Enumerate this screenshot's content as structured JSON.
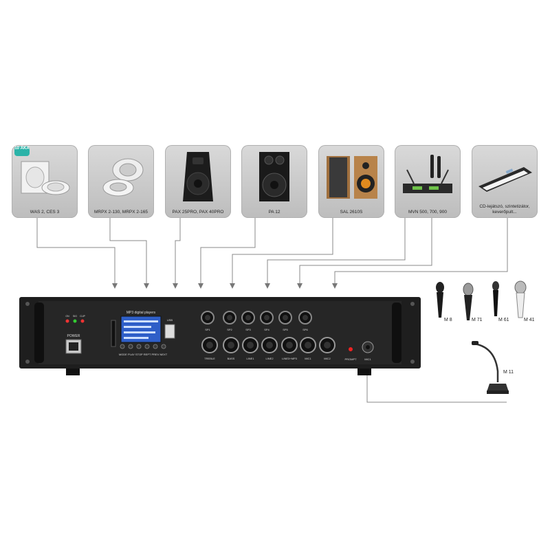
{
  "devices": [
    {
      "label": "WAS 2, CES 3",
      "badge": "10 ÁKA"
    },
    {
      "label": "MRPX 2-130, MRPX 2-165"
    },
    {
      "label": "PAX 25PRO, PAX 40PRO"
    },
    {
      "label": "PA 12"
    },
    {
      "label": "SAL 2610S"
    },
    {
      "label": "MVN 500, 700, 900"
    },
    {
      "label": "CD-lejátszó, szintetizátor, keverőpult..."
    }
  ],
  "amplifier": {
    "display_title": "MP3 digital players",
    "usb_label": "USB",
    "power_label": "POWER",
    "leds": [
      "ON",
      "SIG",
      "CLIP"
    ],
    "transport_buttons": "MODE  PLAY  STOP  REPT  PREV  NEXT",
    "speaker_knobs": [
      "SP1",
      "SP2",
      "SP3",
      "SP4",
      "SP5",
      "SP6"
    ],
    "input_knobs": [
      "TREBLE",
      "BASS",
      "LINE1",
      "LINE2",
      "LINE3+MP3",
      "MIC1",
      "MIC2"
    ],
    "prompt_label": "PROMPT",
    "mic_input_label": "MIC1"
  },
  "microphones": [
    "M 8",
    "M 71",
    "M 61",
    "M 41"
  ],
  "gooseneck": "M 11"
}
